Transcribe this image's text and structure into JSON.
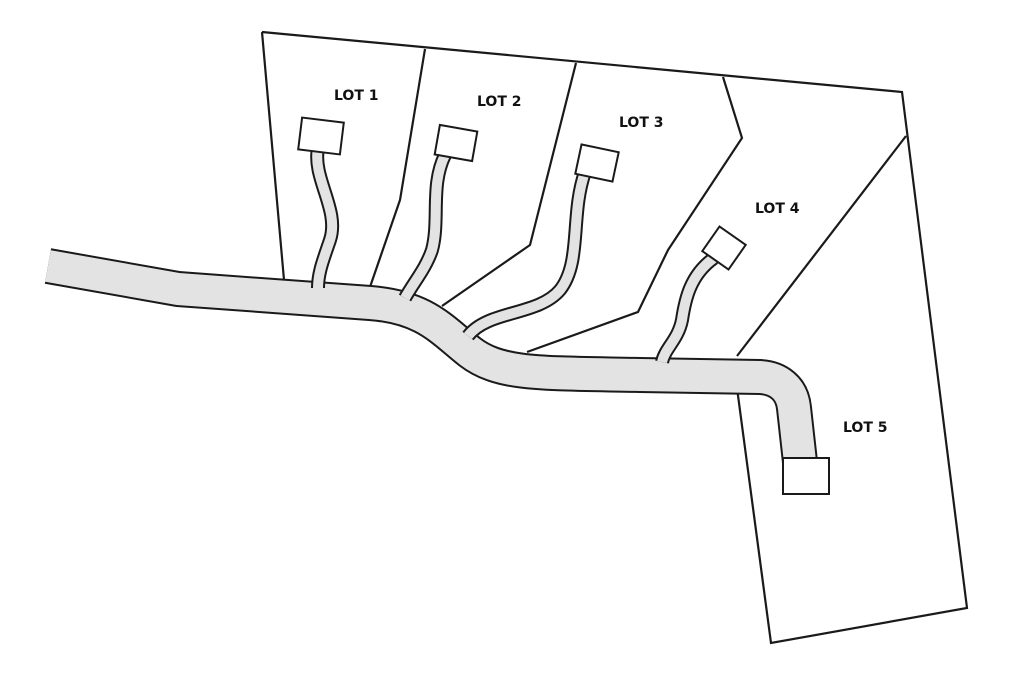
{
  "colors": {
    "background": "#ffffff",
    "line": "#1a1a1a",
    "road_fill": "#e3e3e3",
    "house_fill": "#ffffff"
  },
  "lots": [
    {
      "label": "LOT 1"
    },
    {
      "label": "LOT 2"
    },
    {
      "label": "LOT 3"
    },
    {
      "label": "LOT 4"
    },
    {
      "label": "LOT 5"
    }
  ]
}
